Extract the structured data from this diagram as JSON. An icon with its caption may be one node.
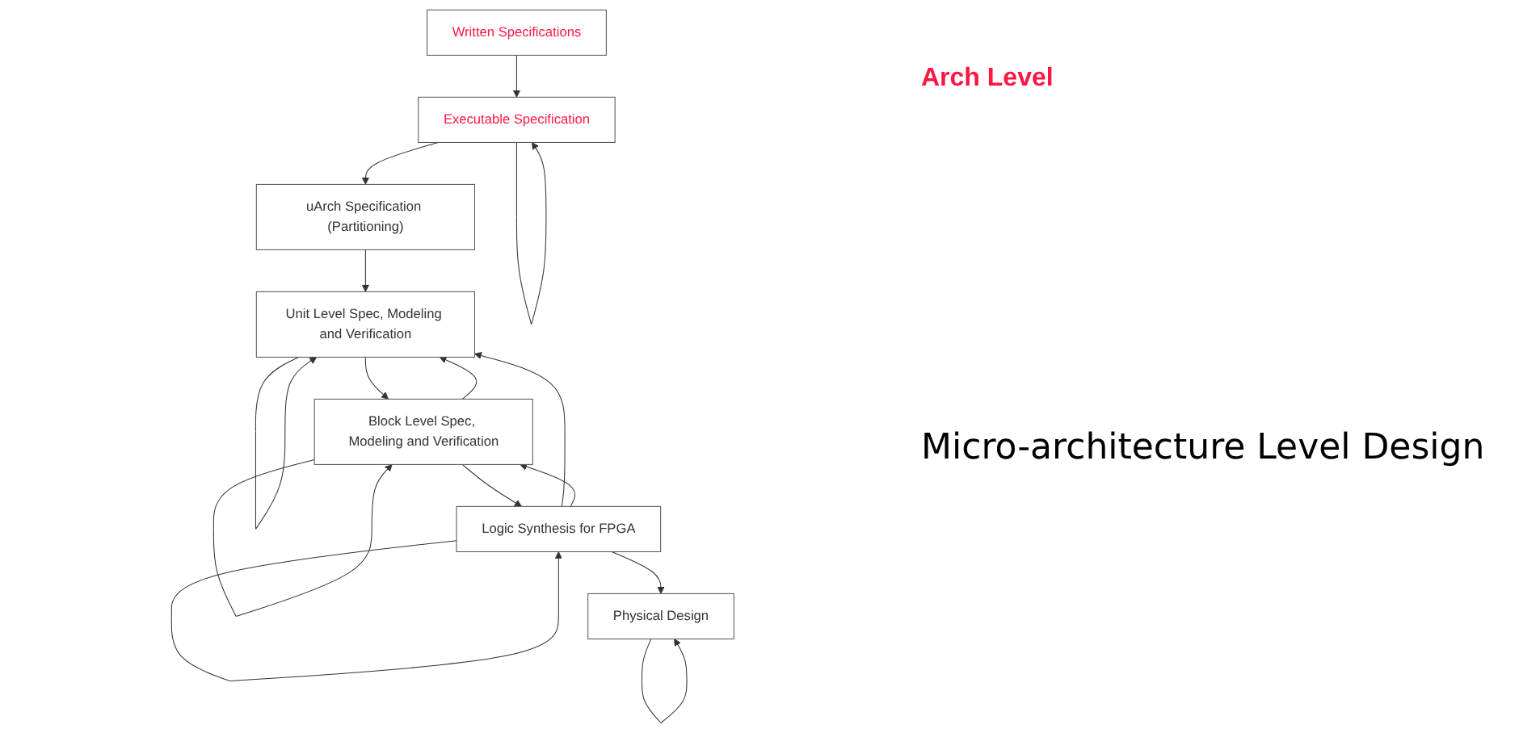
{
  "diagram": {
    "nodes": [
      {
        "text": [
          "Written Specifications"
        ]
      },
      {
        "text": [
          "Executable Specification"
        ]
      },
      {
        "text": [
          "uArch Specification (Partitioning)"
        ]
      },
      {
        "text": [
          "Unit Level Spec, Modeling and Verification"
        ]
      },
      {
        "text": [
          "Block Level Spec, Modeling and Verification"
        ]
      },
      {
        "text": [
          "Logic Synthesis for FPGA"
        ]
      },
      {
        "text": [
          "Physical Design"
        ]
      }
    ],
    "edges": [
      {
        "from": 0,
        "to": 1,
        "arrow": "to"
      },
      {
        "from": 1,
        "to": 1,
        "arrow": "to"
      },
      {
        "from": 1,
        "to": 2,
        "arrow": "to"
      },
      {
        "from": 2,
        "to": 3,
        "arrow": "to"
      },
      {
        "from": 3,
        "to": 3,
        "arrow": "to"
      },
      {
        "from": 3,
        "to": 4,
        "arrow": "to"
      },
      {
        "from": 4,
        "to": 4,
        "arrow": "to"
      },
      {
        "from": 4,
        "to": 3,
        "arrow": "to"
      },
      {
        "from": 4,
        "to": 5,
        "arrow": "to"
      },
      {
        "from": 5,
        "to": 5,
        "arrow": "to"
      },
      {
        "from": 5,
        "to": 3,
        "arrow": "to"
      },
      {
        "from": 5,
        "to": 4,
        "arrow": "to"
      },
      {
        "from": 5,
        "to": 6,
        "arrow": "to"
      },
      {
        "from": 6,
        "to": 6,
        "arrow": "to"
      }
    ],
    "labels": [
      "Arch Level",
      "Micro-architecture Level Design"
    ]
  }
}
